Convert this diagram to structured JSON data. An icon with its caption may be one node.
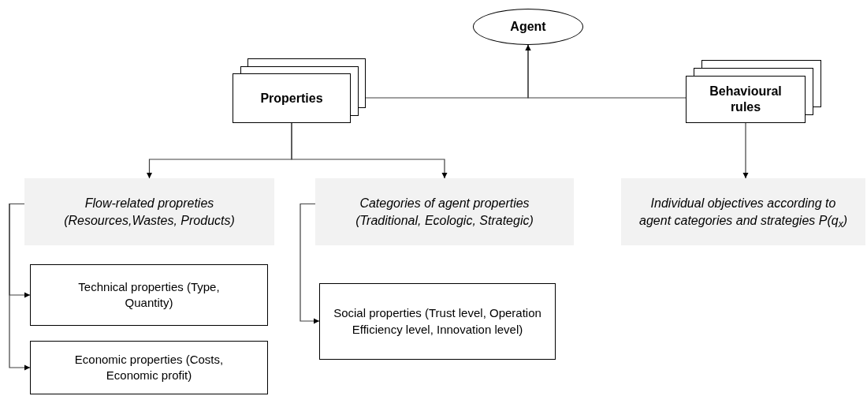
{
  "diagram": {
    "nodes": [
      {
        "text": [
          "Agent"
        ]
      },
      {
        "text": [
          "Properties"
        ]
      },
      {
        "text": [
          "Behavioural rules"
        ]
      },
      {
        "text": [
          "Flow-related propreties (Resources,Wastes, Products)"
        ]
      },
      {
        "text": [
          "Categories of agent properties (Traditional, Ecologic, Strategic)"
        ]
      },
      {
        "text": [
          "Individual objectives according to agent categories and strategies P(q$_{x}$)"
        ]
      },
      {
        "text": [
          "Technical properties (Type, Quantity)"
        ]
      },
      {
        "text": [
          "Economic properties (Costs, Economic profit)"
        ]
      },
      {
        "text": [
          "Social properties (Trust level, Operation Efficiency level, Innovation level)"
        ]
      }
    ],
    "edges": [
      {
        "from": 1,
        "to": 0,
        "arrow": "to"
      },
      {
        "from": 2,
        "to": 0,
        "arrow": "to"
      },
      {
        "from": 1,
        "to": 3,
        "arrow": "to"
      },
      {
        "from": 1,
        "to": 4,
        "arrow": "to"
      },
      {
        "from": 2,
        "to": 5,
        "arrow": "to"
      },
      {
        "from": 3,
        "to": 6,
        "arrow": "to"
      },
      {
        "from": 3,
        "to": 7,
        "arrow": "to"
      },
      {
        "from": 4,
        "to": 8,
        "arrow": "to"
      }
    ]
  }
}
